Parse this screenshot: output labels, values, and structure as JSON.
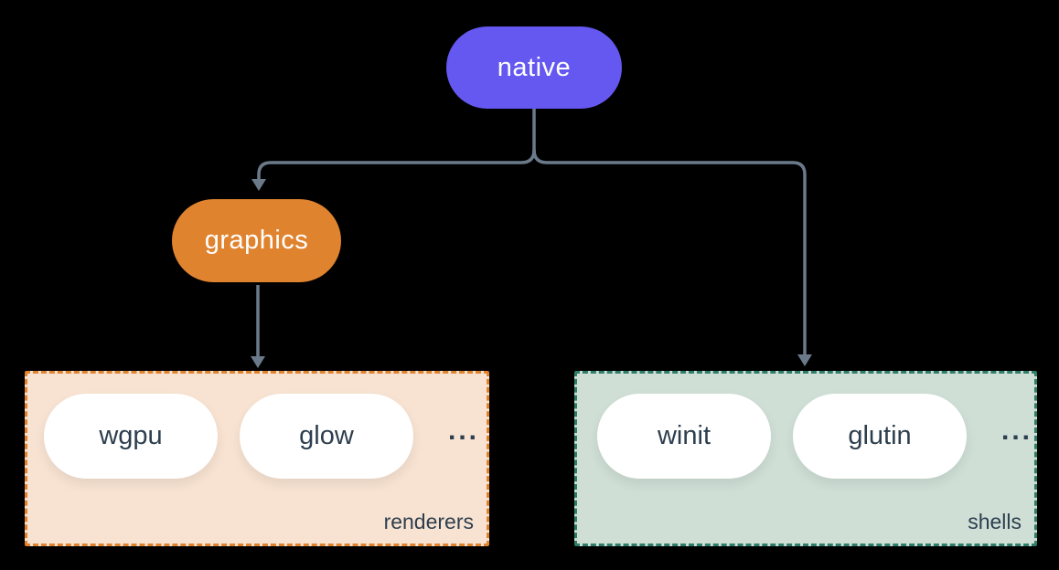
{
  "diagram": {
    "nodes": {
      "native": {
        "label": "native"
      },
      "graphics": {
        "label": "graphics"
      }
    },
    "groups": {
      "renderers": {
        "label": "renderers",
        "items": [
          "wgpu",
          "glow"
        ],
        "ellipsis": "..."
      },
      "shells": {
        "label": "shells",
        "items": [
          "winit",
          "glutin"
        ],
        "ellipsis": "..."
      }
    }
  },
  "colors": {
    "background": "#000000",
    "connector": "#6b7a8b",
    "native_fill": "#6458f1",
    "native_text": "#ffffff",
    "graphics_fill": "#e0832f",
    "graphics_text": "#ffffff",
    "renderers_fill": "#f8e3d2",
    "renderers_border": "#e0832f",
    "shells_fill": "#cfdfd6",
    "shells_border": "#2e7d68",
    "pill_fill": "#ffffff",
    "text_dark": "#2d3e4e"
  }
}
